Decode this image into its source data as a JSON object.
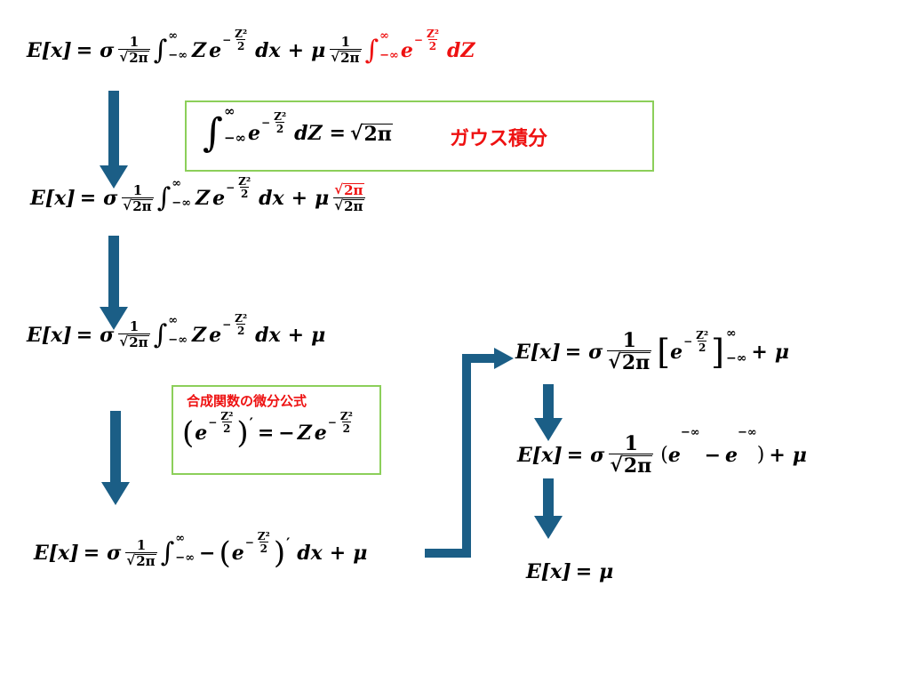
{
  "labels": {
    "gauss_integral": "ガウス積分",
    "chain_rule": "合成関数の微分公式"
  },
  "symbols": {
    "lhs": "E[x]",
    "eq": "=",
    "sigma": "σ",
    "mu": "μ",
    "plus": "+",
    "minus": "−",
    "one": "1",
    "sqrt2pi": "2π",
    "inf": "∞",
    "neg_inf": "−∞",
    "e": "e",
    "Z": "Z",
    "Zsq": "Z²",
    "two": "2",
    "dx": "dx",
    "dZ": "dZ",
    "integral": "∫",
    "prime": "′"
  },
  "colors": {
    "arrow": "#1b5e86",
    "box_border": "#8ccf5a",
    "highlight": "#ee1111"
  }
}
